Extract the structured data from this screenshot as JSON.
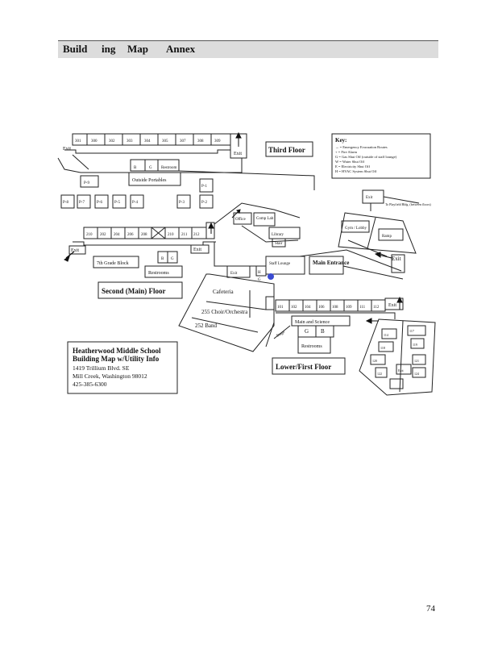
{
  "header": {
    "words": [
      "Build",
      "ing",
      "Map",
      "Annex"
    ]
  },
  "page_number": "74",
  "third_floor": {
    "rooms": [
      "301",
      "300",
      "302",
      "303",
      "304",
      "305",
      "307",
      "308",
      "309"
    ],
    "exit_label": "Exit",
    "exit_right": "Exit",
    "title": "Third Floor"
  },
  "key": {
    "title": "Key:",
    "lines": [
      "→ = Emergency Evacuation Routes",
      "+ = Fire Alarm",
      "G = Gas Shut Off (outside of staff lounge)",
      "W = Water Shut Off",
      "E = Electricity Shut Off",
      "H = HVAC System Shut Off"
    ]
  },
  "upper_block": {
    "cells": [
      "B",
      "G",
      "Restroom"
    ],
    "portables_label": "Outside Portables",
    "portables": [
      "P-9",
      "P-8",
      "P-7",
      "P-6",
      "P-5",
      "P-4",
      "P-3",
      "P-2",
      "P-1"
    ]
  },
  "second_floor": {
    "rooms": [
      "210",
      "202",
      "204",
      "206",
      "208",
      "210",
      "211",
      "212"
    ],
    "exit_left": "Exit",
    "exit_right": "Exit",
    "block_label": "7th Grade Block",
    "restrooms": "Restrooms",
    "cells": [
      "B",
      "G"
    ],
    "title": "Second (Main) Floor"
  },
  "center": {
    "office": "Office",
    "comp_lab": "Comp Lab",
    "library": "Library",
    "stair_box": "Stair",
    "staff_lounge": "Staff Lounge",
    "main_entrance": "Main Entrance",
    "exit": "Exit",
    "exit_small": "Exit",
    "g_marker": "G",
    "h_marker": "H",
    "fields_label": "To Playfield Bldg. (between floors)"
  },
  "right_upper": {
    "gym": "Exit",
    "lobby": "Gym / Lobby",
    "ramp": "Ramp",
    "exit": "Exit"
  },
  "cafeteria": {
    "cafeteria": "Cafeteria",
    "choir": "255 Choir/Orchestra",
    "band": "252 Band"
  },
  "lower_floor": {
    "rooms": [
      "101",
      "102",
      "104",
      "106",
      "108",
      "109",
      "111",
      "112"
    ],
    "exit": "Exit",
    "corridor": "Main and Science",
    "cells": [
      "G",
      "B"
    ],
    "restrooms": "Restrooms",
    "stage": "Stage",
    "title": "Lower/First Floor",
    "east": [
      "114",
      "117",
      "118",
      "119",
      "120",
      "121",
      "122",
      "124",
      "Exit"
    ]
  },
  "school_info": {
    "name": "Heatherwood Middle School",
    "subtitle": "Building Map w/Utility Info",
    "address": "1419 Trillium Blvd. SE",
    "city": "Mill Creek, Washington 98012",
    "phone": "425-385-6300"
  }
}
